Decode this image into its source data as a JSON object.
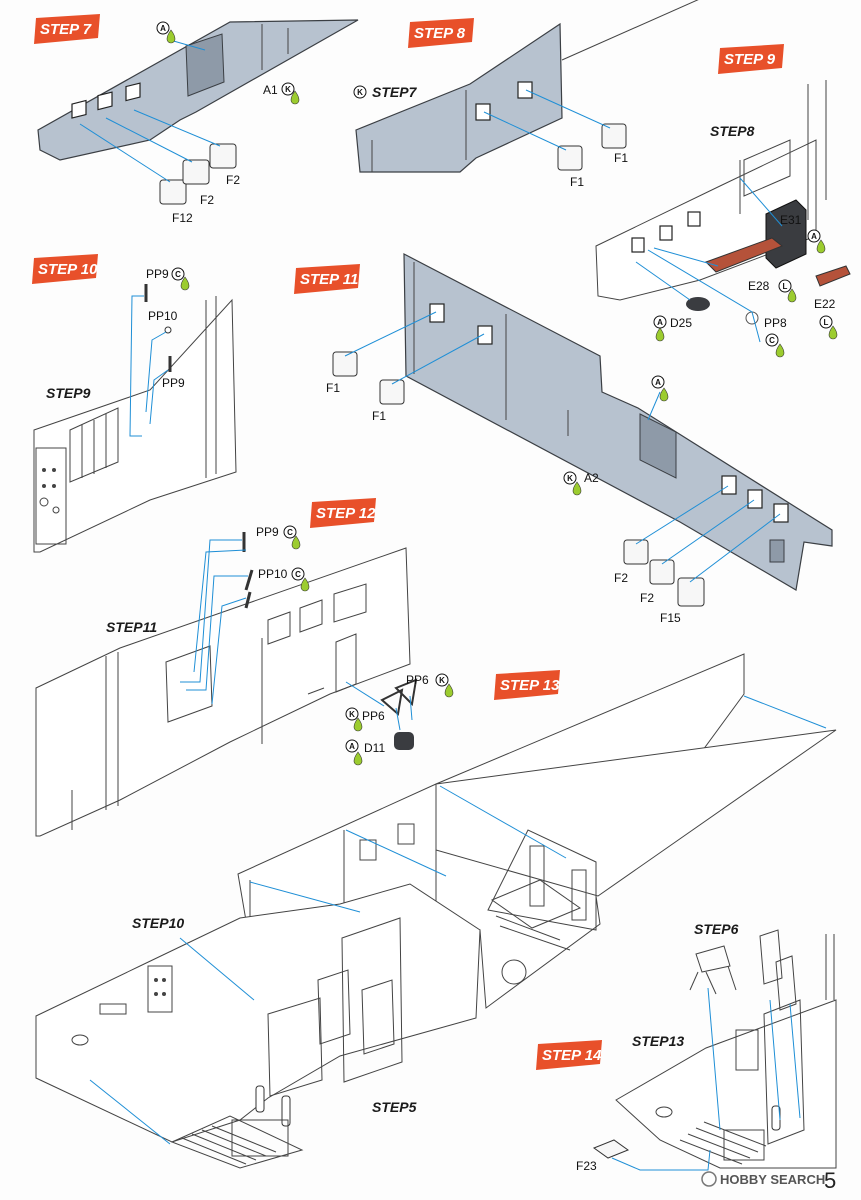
{
  "steps": [
    {
      "id": "step7",
      "label": "STEP 7"
    },
    {
      "id": "step8",
      "label": "STEP 8"
    },
    {
      "id": "step9",
      "label": "STEP 9"
    },
    {
      "id": "step10",
      "label": "STEP 10"
    },
    {
      "id": "step11",
      "label": "STEP 11"
    },
    {
      "id": "step12",
      "label": "STEP 12"
    },
    {
      "id": "step13",
      "label": "STEP 13"
    },
    {
      "id": "step14",
      "label": "STEP 14"
    }
  ],
  "sub_titles": {
    "step7_ref": "STEP7",
    "step8_ref": "STEP8",
    "step9_ref": "STEP9",
    "step11_ref": "STEP11",
    "step10_ref": "STEP10",
    "step6_ref": "STEP6",
    "step13_ref": "STEP13",
    "step5_ref": "STEP5"
  },
  "parts": {
    "a1": "A1",
    "f2a": "F2",
    "f2b": "F2",
    "f12": "F12",
    "f1a": "F1",
    "f1b": "F1",
    "e31": "E31",
    "e28": "E28",
    "e22": "E22",
    "d25": "D25",
    "pp8": "PP8",
    "pp9a": "PP9",
    "pp10a": "PP10",
    "pp9b": "PP9",
    "f1c": "F1",
    "f1d": "F1",
    "a2": "A2",
    "f2c": "F2",
    "f2d": "F2",
    "f15": "F15",
    "pp9c": "PP9",
    "pp10b": "PP10",
    "pp6a": "PP6",
    "pp6b": "PP6",
    "d11": "D11",
    "f23": "F23"
  },
  "circle_letters": {
    "a": "A",
    "k": "K",
    "c": "C",
    "l": "L"
  },
  "footer": {
    "brand": "HOBBY SEARCH",
    "page_number": "5"
  },
  "colors": {
    "step_banner": "#e8502a",
    "panel_gray": "#b7c2cf",
    "guide_blue": "#1f8fd6",
    "paint_drop": "#9ccc2f",
    "wood": "#b5523a"
  }
}
